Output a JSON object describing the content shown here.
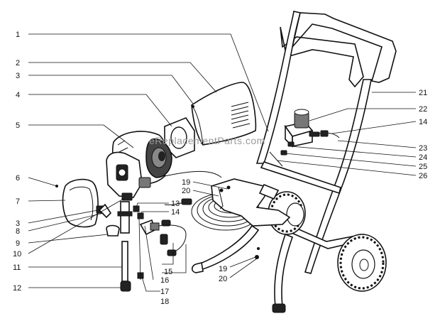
{
  "watermark": "eReplacementParts.com",
  "callouts": {
    "c1": "1",
    "c2": "2",
    "c3a": "3",
    "c4": "4",
    "c5": "5",
    "c6": "6",
    "c7": "7",
    "c3b": "3",
    "c8": "8",
    "c9": "9",
    "c10": "10",
    "c11": "11",
    "c12": "12",
    "c13": "13",
    "c14a": "14",
    "c16": "16",
    "c17": "17",
    "c18": "18",
    "c15": "15",
    "c19a": "19",
    "c20a": "20",
    "c19b": "19",
    "c20b": "20",
    "c21": "21",
    "c22": "22",
    "c14b": "14",
    "c23": "23",
    "c24": "24",
    "c25": "25",
    "c26": "26"
  }
}
